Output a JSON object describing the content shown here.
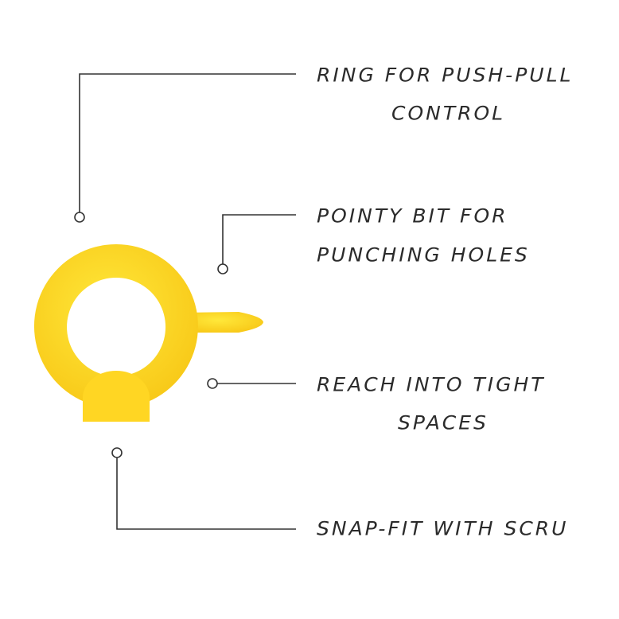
{
  "colors": {
    "product": "#FFD21F",
    "product_shade": "#F5BE10",
    "line": "#333333"
  },
  "callouts": [
    {
      "lines": [
        "RING FOR PUSH-PULL",
        "CONTROL"
      ]
    },
    {
      "lines": [
        "POINTY BIT FOR",
        "PUNCHING HOLES"
      ]
    },
    {
      "lines": [
        "REACH INTO TIGHT",
        "SPACES"
      ]
    },
    {
      "lines": [
        "SNAP-FIT WITH SCRU"
      ]
    }
  ]
}
